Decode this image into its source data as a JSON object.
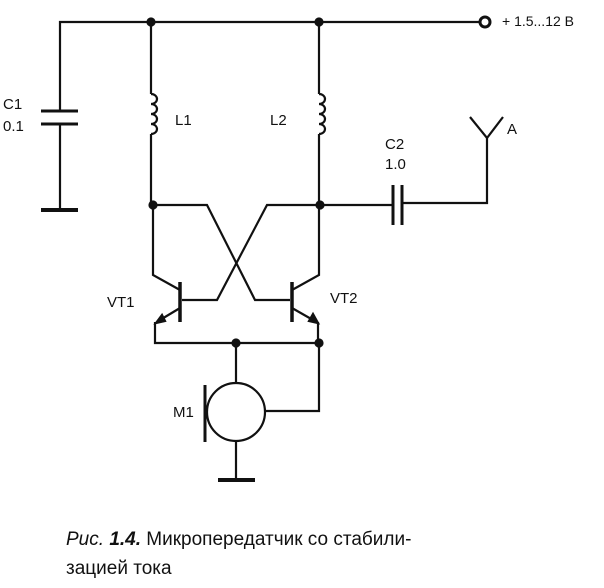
{
  "supply": {
    "label": "+ 1.5...12 В"
  },
  "components": {
    "c1": {
      "name": "C1",
      "value": "0.1"
    },
    "c2": {
      "name": "C2",
      "value": "1.0"
    },
    "l1": {
      "name": "L1"
    },
    "l2": {
      "name": "L2"
    },
    "vt1": {
      "name": "VT1"
    },
    "vt2": {
      "name": "VT2"
    },
    "m1": {
      "name": "M1"
    },
    "antenna": {
      "name": "A"
    }
  },
  "caption": {
    "prefix": "Рис.",
    "number": "1.4.",
    "line1": "Микропередатчик со стабили-",
    "line2": "зацией тока"
  }
}
